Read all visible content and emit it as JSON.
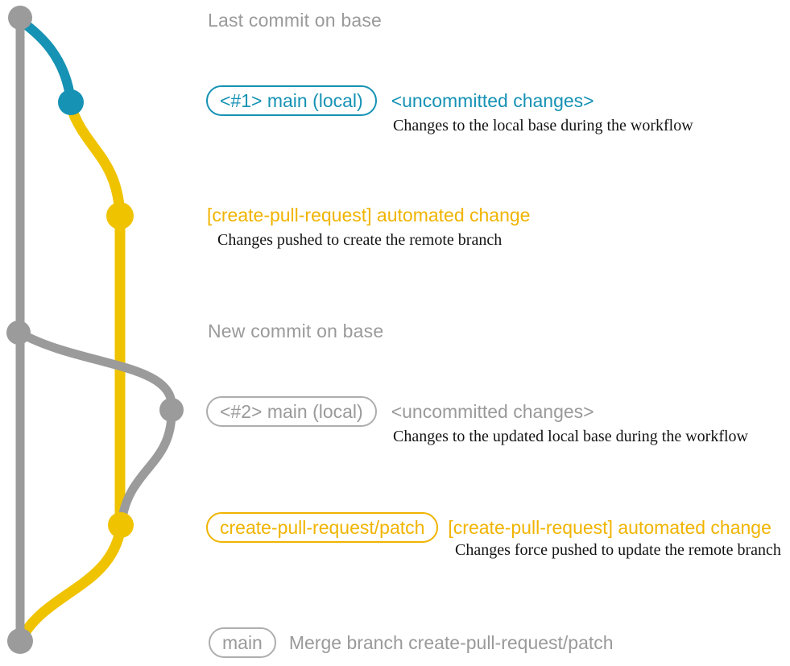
{
  "colors": {
    "gray": "#9b9b9b",
    "teal": "#1692b4",
    "yellow_graph": "#f0c300",
    "yellow_accent": "#f0b400",
    "white": "#ffffff"
  },
  "annotations": {
    "last_commit_label": "Last commit on base",
    "new_commit_label": "New commit on base"
  },
  "rows": {
    "local_main_1": {
      "branch_label": "<#1> main (local)",
      "status": "<uncommitted changes>",
      "desc": "Changes to the local base during the workflow"
    },
    "automated_change_1": {
      "title": "[create-pull-request] automated change",
      "desc": "Changes pushed to create the remote branch"
    },
    "local_main_2": {
      "branch_label": "<#2> main (local)",
      "status": "<uncommitted changes>",
      "desc": "Changes to the updated local base during the workflow"
    },
    "automated_change_2": {
      "branch_label": "create-pull-request/patch",
      "title": "[create-pull-request] automated change",
      "desc": "Changes force pushed to update the remote branch"
    },
    "merge": {
      "branch_label": "main",
      "message": "Merge branch create-pull-request/patch"
    }
  },
  "graph": {
    "nodes": [
      {
        "id": "base-last-commit"
      },
      {
        "id": "local-main-1-commit"
      },
      {
        "id": "automated-change-1-commit"
      },
      {
        "id": "base-new-commit"
      },
      {
        "id": "local-main-2-commit"
      },
      {
        "id": "automated-change-2-commit"
      },
      {
        "id": "merge-commit"
      }
    ]
  }
}
